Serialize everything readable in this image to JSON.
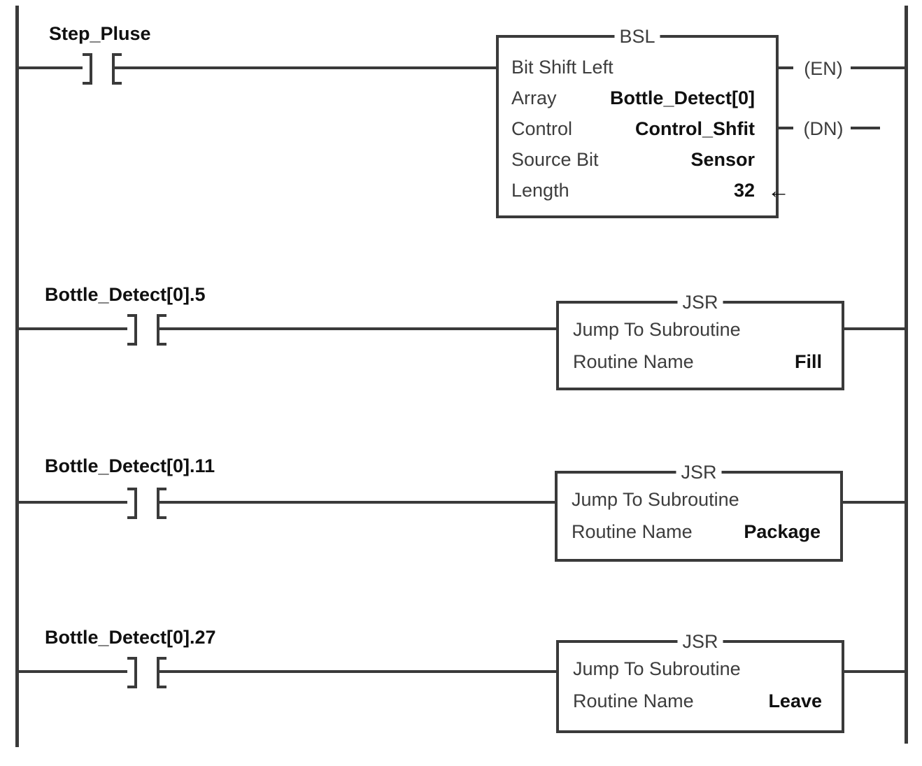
{
  "colors": {
    "wire": "#3a3a3a",
    "label_text": "#3d3d3d",
    "value_text": "#101010",
    "background": "#ffffff"
  },
  "rungs": [
    {
      "tag": "Step_Pluse",
      "instruction": {
        "title": "BSL",
        "description": "Bit Shift Left",
        "params": [
          {
            "label": "Array",
            "value": "Bottle_Detect[0]"
          },
          {
            "label": "Control",
            "value": "Control_Shfit"
          },
          {
            "label": "Source Bit",
            "value": "Sensor"
          },
          {
            "label": "Length",
            "value": "32",
            "marker": "←"
          }
        ],
        "outputs": [
          "(EN)",
          "(DN)"
        ]
      }
    },
    {
      "tag": "Bottle_Detect[0].5",
      "instruction": {
        "title": "JSR",
        "description": "Jump To Subroutine",
        "params": [
          {
            "label": "Routine Name",
            "value": "Fill"
          }
        ]
      }
    },
    {
      "tag": "Bottle_Detect[0].11",
      "instruction": {
        "title": "JSR",
        "description": "Jump To Subroutine",
        "params": [
          {
            "label": "Routine Name",
            "value": "Package"
          }
        ]
      }
    },
    {
      "tag": "Bottle_Detect[0].27",
      "instruction": {
        "title": "JSR",
        "description": "Jump To Subroutine",
        "params": [
          {
            "label": "Routine Name",
            "value": "Leave"
          }
        ]
      }
    }
  ]
}
